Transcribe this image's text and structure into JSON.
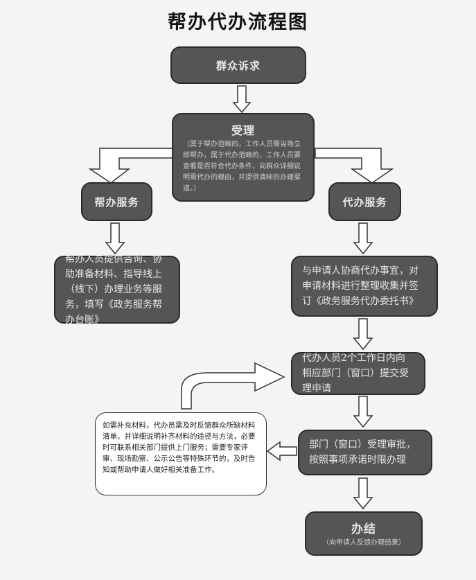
{
  "title": "帮办代办流程图",
  "nodes": {
    "request": {
      "label": "群众诉求"
    },
    "accept": {
      "label": "受理",
      "desc": "（属于帮办范畴的，工作人员需当场立即帮办，属于代办范畴的，工作人员要查看是否符合代办条件，向群众详细说明需代办的理由，并提供清晰的办理渠道。）"
    },
    "help_service": {
      "label": "帮办服务"
    },
    "agent_service": {
      "label": "代办服务"
    },
    "help_detail": {
      "label": "帮办人员提供咨询、协助准备材料、指导线上（线下）办理业务等服务，填写《政务服务帮办台账》"
    },
    "agent_consult": {
      "label": "与申请人协商代办事宜，对申请材料进行整理收集并签订《政务服务代办委托书》"
    },
    "agent_submit": {
      "label": "代办人员2个工作日内向相应部门（窗口）提交受理申请"
    },
    "dept_review": {
      "label": "部门（窗口）受理审批，按照事项承诺时限办理"
    },
    "done": {
      "label": "办结",
      "desc": "（向申请人反馈办理结果）"
    }
  },
  "note": "如需补充材料，代办员需及时反馈群众所缺材料清单，并详细说明补齐材料的途径与方法，必要时可联系相关部门提供上门服务；需要专家评审、现场勘察、公示公告等特殊环节的，及时告知或帮助申请人做好相关准备工作。",
  "colors": {
    "box_fill": "#555558",
    "box_text": "#e6e6e6",
    "arrow_fill": "#ffffff",
    "arrow_stroke": "#333333"
  }
}
